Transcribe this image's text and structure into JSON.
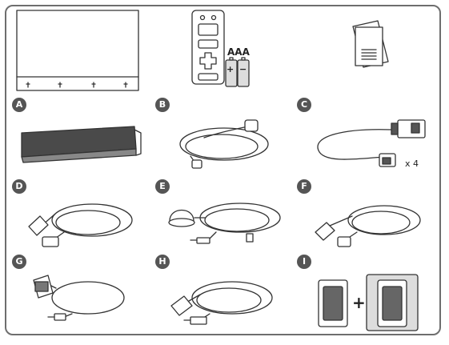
{
  "colors": {
    "frame": "#6e6e6e",
    "badge": "#555555",
    "line": "#333333",
    "shade": "#dddddd"
  },
  "battery_label": "AAA",
  "battery_plus": "+",
  "battery_minus": "−",
  "quantity_label": "x 4",
  "join_plus": "+",
  "items": [
    {
      "letter": "A",
      "icon": "monitor-stand-base-icon"
    },
    {
      "letter": "B",
      "icon": "power-cord-icon"
    },
    {
      "letter": "C",
      "icon": "cable-holder-icon"
    },
    {
      "letter": "D",
      "icon": "hdmi-cable-icon"
    },
    {
      "letter": "E",
      "icon": "puck-remote-cable-icon"
    },
    {
      "letter": "F",
      "icon": "usb-cable-icon"
    },
    {
      "letter": "G",
      "icon": "rgb-audio-cable-icon"
    },
    {
      "letter": "H",
      "icon": "usb-audio-cable-icon"
    },
    {
      "letter": "I",
      "icon": "clip-adapter-icon"
    }
  ],
  "top_icons": [
    "monitor-icon",
    "remote-control-icon",
    "manual-icon"
  ]
}
